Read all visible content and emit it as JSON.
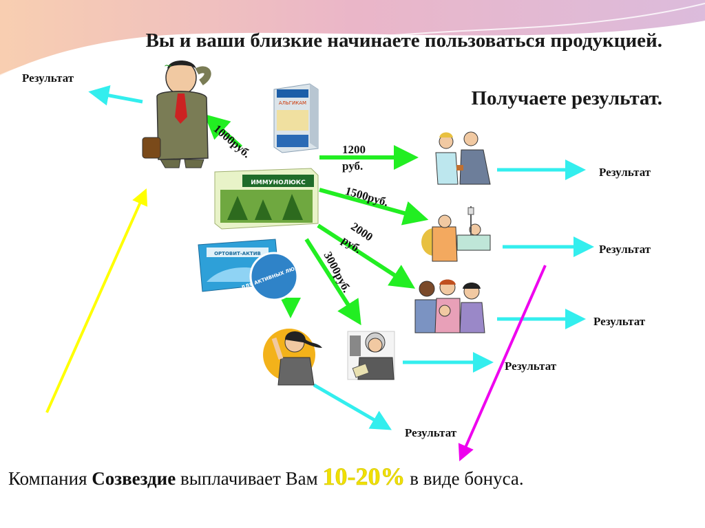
{
  "header": {
    "title": "Вы и ваши близкие начинаете пользоваться продукцией.",
    "subtitle": "Получаете результат."
  },
  "products": [
    {
      "name": "Альгикам",
      "box_text": "АЛЬГИКАМ"
    },
    {
      "name": "Иммунолюкс",
      "box_text": "ИММУНОЛЮКС"
    },
    {
      "name": "Ортовит-Актив",
      "box_text": "ОРТОВИТ-АКТИВ",
      "badge_text": "ДЛЯ АКТИВНЫХ ЛЮДЕЙ"
    }
  ],
  "labels": {
    "result": "Результат",
    "price_1000": "1000руб.",
    "price_1200": "1200 руб.",
    "price_1500": "1500руб.",
    "price_2000": "2000 руб.",
    "price_3000": "3000руб."
  },
  "footer": {
    "prefix": "Компания",
    "brand": "Созвездие",
    "middle": "выплачивает Вам",
    "percent": "10-20%",
    "suffix": "в виде бонуса."
  },
  "colors": {
    "green_arrow": "#22ee22",
    "cyan_arrow": "#33eeee",
    "yellow_arrow": "#ffff00",
    "magenta_arrow": "#ee00ee",
    "bonus_text": "#f0e000"
  }
}
